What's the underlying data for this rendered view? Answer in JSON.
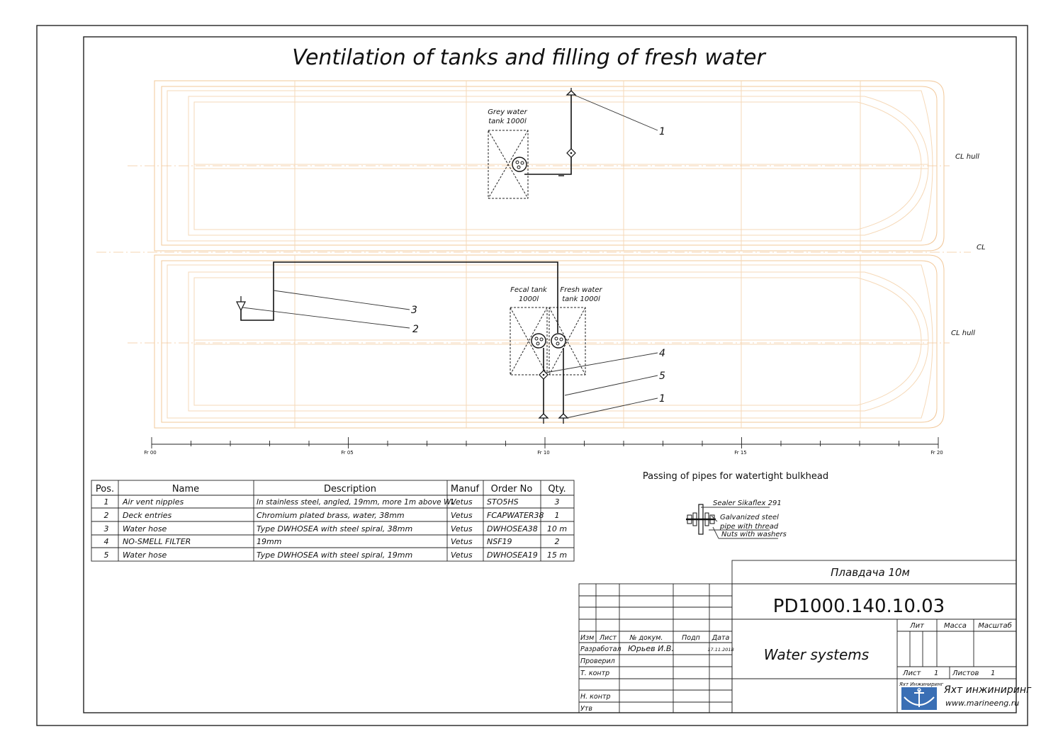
{
  "title": "Ventilation of tanks and filling of fresh water",
  "plan": {
    "labels": {
      "grey_tank": [
        "Grey water",
        "tank 1000l"
      ],
      "fecal_tank": [
        "Fecal tank",
        "1000l"
      ],
      "fresh_tank": [
        "Fresh water",
        "tank 1000l"
      ],
      "cl_hull_top": "CL hull",
      "cl": "CL",
      "cl_hull_bottom": "CL hull"
    },
    "callouts": [
      "1",
      "3",
      "2",
      "4",
      "5",
      "1"
    ],
    "scale_labels": [
      "Fr 00",
      "Fr 05",
      "Fr 10",
      "Fr 15",
      "Fr 20"
    ]
  },
  "bulkhead": {
    "title": "Passing of pipes for watertight bulkhead",
    "labels": [
      "Sealer Sikaflex 291",
      "Galvanized steel",
      "pipe with thread",
      "Nuts with washers"
    ]
  },
  "spec_table": {
    "headers": [
      "Pos.",
      "Name",
      "Description",
      "Manuf",
      "Order No",
      "Qty."
    ],
    "rows": [
      [
        "1",
        "Air vent nipples",
        "In stainless steel, angled, 19mm, more 1m above WL",
        "Vetus",
        "STO5HS",
        "3"
      ],
      [
        "2",
        "Deck entries",
        "Chromium plated brass, water, 38mm",
        "Vetus",
        "FCAPWATER38",
        "1"
      ],
      [
        "3",
        "Water hose",
        "Type DWHOSEA with steel spiral, 38mm",
        "Vetus",
        "DWHOSEA38",
        "10 m"
      ],
      [
        "4",
        "NO-SMELL FILTER",
        "19mm",
        "Vetus",
        "NSF19",
        "2"
      ],
      [
        "5",
        "Water hose",
        "Type DWHOSEA with steel spiral, 19mm",
        "Vetus",
        "DWHOSEA19",
        "15 m"
      ]
    ]
  },
  "title_block": {
    "project": "Плавдача 10м",
    "doc_number": "PD1000.140.10.03",
    "sheet_title": "Water systems",
    "headers": [
      "Изм",
      "Лист",
      "№ докум.",
      "Подп",
      "Дата"
    ],
    "roles": [
      "Разработал",
      "Проверил",
      "Т. контр",
      "Н. контр",
      "Утв"
    ],
    "developer": "Юрьев И.В.",
    "date": "17.11.2018",
    "col_lit": "Лит",
    "col_mass": "Масса",
    "col_scale": "Масштаб",
    "sheet_label": "Лист",
    "sheet_value": "1",
    "sheets_label": "Листов",
    "sheets_value": "1",
    "company_small": "Яхт Инжиниринг",
    "company": "Яхт инжиниринг",
    "website": "www.marineeng.ru"
  },
  "colors": {
    "hull_lines": "#f2c89a",
    "ink": "#111111",
    "logo_blue": "#3a6fb5"
  }
}
